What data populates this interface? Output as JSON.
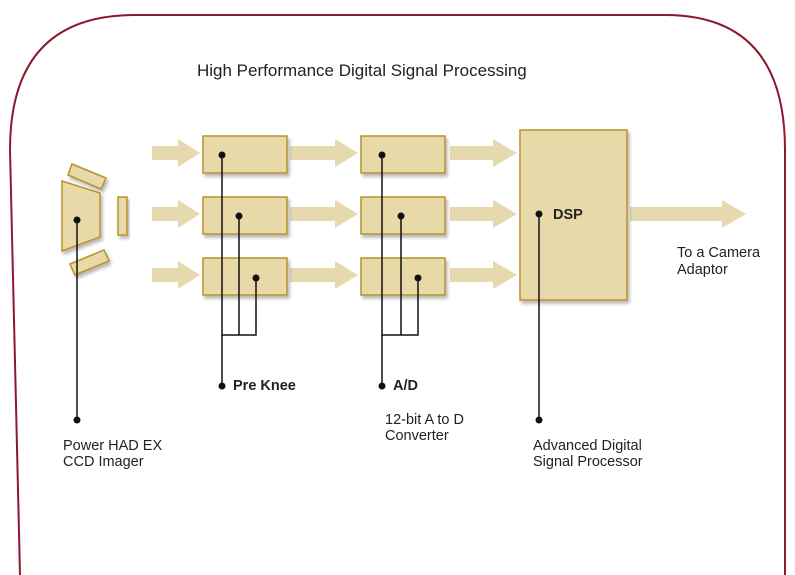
{
  "title": "High Performance Digital Signal Processing",
  "blocks": {
    "dsp": "DSP",
    "output_line1": "To a Camera",
    "output_line2": "Adaptor"
  },
  "labels": {
    "pre_knee": "Pre Knee",
    "ad": "A/D",
    "ad_desc_line1": "12-bit A to D",
    "ad_desc_line2": "Converter",
    "ccd_line1": "Power HAD EX",
    "ccd_line2": "CCD Imager",
    "dsp_desc_line1": "Advanced Digital",
    "dsp_desc_line2": "Signal Processor"
  },
  "colors": {
    "frame": "#8b1a2e",
    "block_fill": "#e8d9a8",
    "block_stroke": "#b8932c",
    "arrow": "#e6d9ae",
    "line": "#111111"
  }
}
